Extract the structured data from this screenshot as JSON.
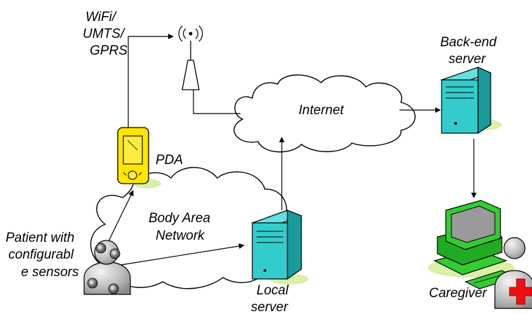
{
  "labels": {
    "wifi_line1": "WiFi/",
    "wifi_line2": "UMTS/",
    "wifi_line3": "GPRS",
    "backend_line1": "Back-end",
    "backend_line2": "server",
    "internet": "Internet",
    "pda": "PDA",
    "ban_line1": "Body Area",
    "ban_line2": "Network",
    "patient_line1": "Patient with",
    "patient_line2": "configurabl",
    "patient_line3": "e sensors",
    "local_line1": "Local",
    "local_line2": "server",
    "caregiver": "Caregiver"
  },
  "colors": {
    "server": "#33cccc",
    "pda": "#ffe600",
    "computer": "#33cc33",
    "cross": "#ee1111",
    "shadow": "#d9f0a8",
    "person": "#bdbdbd"
  }
}
